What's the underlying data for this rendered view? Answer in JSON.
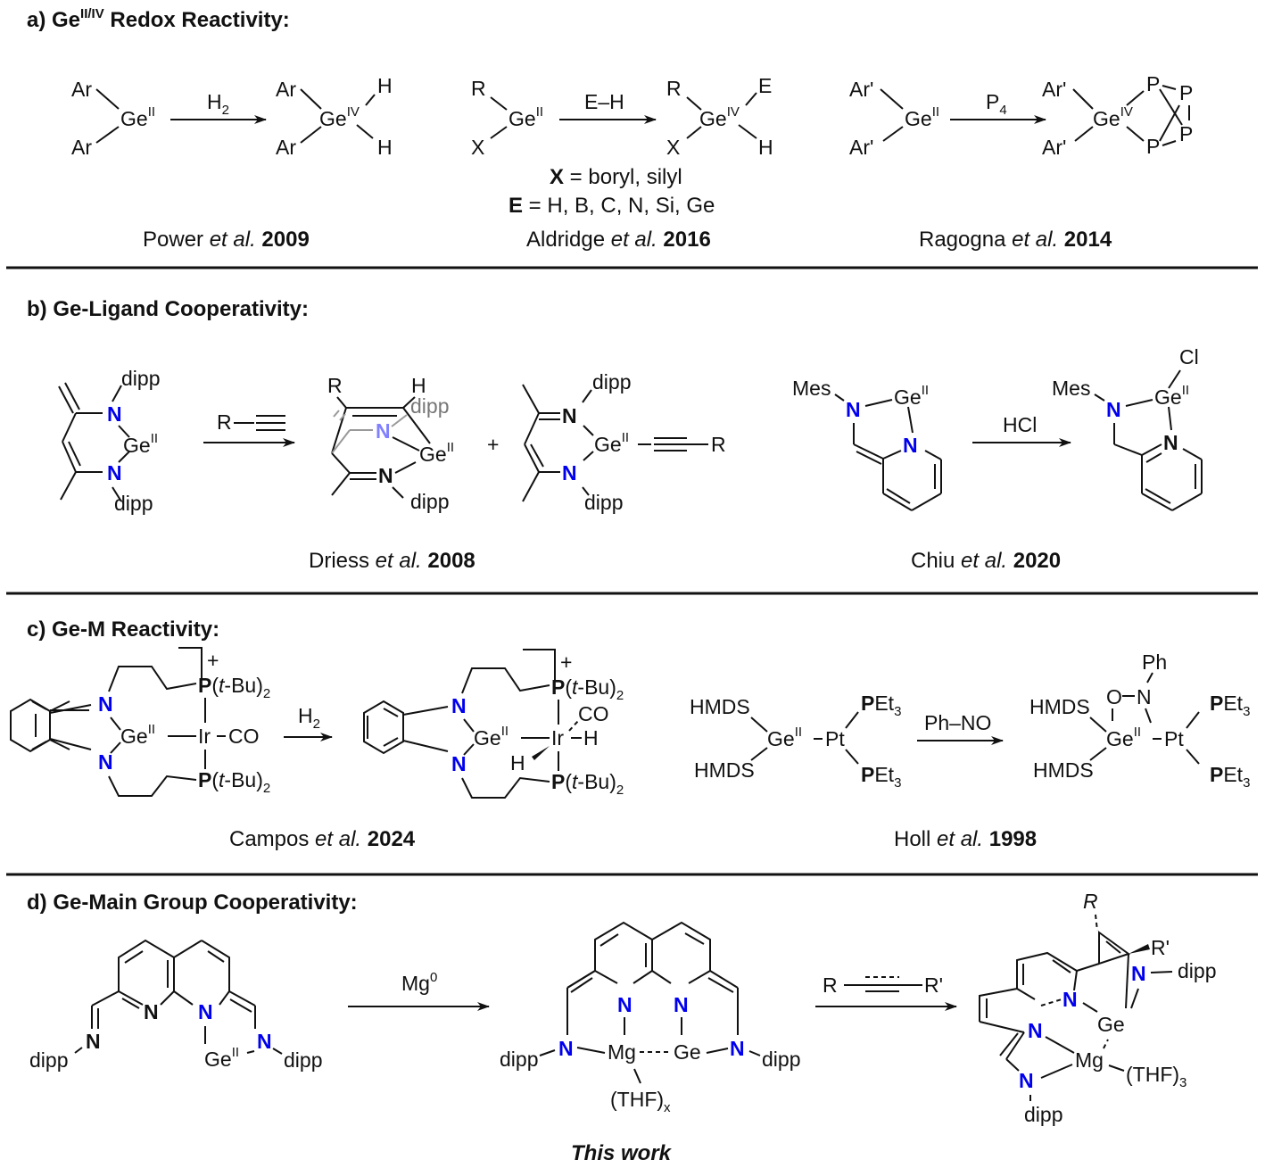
{
  "sections": {
    "a": {
      "heading_prefix": "a) Ge",
      "heading_sup": "II/IV",
      "heading_suffix": " Redox Reactivity:",
      "r1": {
        "reagent": "H",
        "reagent_sub": "2",
        "sm": {
          "sub1": "Ar",
          "sub2": "Ar",
          "center": "Ge",
          "ox": "II"
        },
        "prod": {
          "sub1": "Ar",
          "sub2": "Ar",
          "center": "Ge",
          "ox": "IV",
          "l1": "H",
          "l2": "H"
        },
        "cite_name": "Power ",
        "cite_etal": "et al.",
        "cite_year": " 2009"
      },
      "r2": {
        "reagent": "E–H",
        "sm": {
          "sub1": "R",
          "sub2": "X",
          "center": "Ge",
          "ox": "II"
        },
        "prod": {
          "sub1": "R",
          "sub2": "X",
          "center": "Ge",
          "ox": "IV",
          "l1": "E",
          "l2": "H"
        },
        "note1_bold": "X",
        "note1": " = boryl, silyl",
        "note2_bold": "E",
        "note2": " = H, B, C, N, Si, Ge",
        "cite_name": "Aldridge ",
        "cite_etal": "et al.",
        "cite_year": " 2016"
      },
      "r3": {
        "reagent": "P",
        "reagent_sub": "4",
        "sm": {
          "sub1": "Ar'",
          "sub2": "Ar'",
          "center": "Ge",
          "ox": "II"
        },
        "prod": {
          "sub1": "Ar'",
          "sub2": "Ar'",
          "center": "Ge",
          "ox": "IV",
          "p": "P"
        },
        "cite_name": "Ragogna ",
        "cite_etal": "et al.",
        "cite_year": " 2014"
      }
    },
    "b": {
      "heading": "b) Ge-Ligand Cooperativity:",
      "r1": {
        "reagent_r": "R",
        "sub": "dipp",
        "n": "N",
        "center": "Ge",
        "ox": "II",
        "prod_r": "R",
        "prod_h": "H",
        "plus": "+",
        "prod2_r": "R",
        "cite_name": "Driess ",
        "cite_etal": "et al.",
        "cite_year": " 2008"
      },
      "r2": {
        "reagent": "HCl",
        "mes": "Mes",
        "n": "N",
        "center": "Ge",
        "ox": "II",
        "cl": "Cl",
        "cite_name": "Chiu ",
        "cite_etal": "et al.",
        "cite_year": " 2020"
      }
    },
    "c": {
      "heading": "c) Ge-M Reactivity:",
      "r1": {
        "reagent": "H",
        "reagent_sub": "2",
        "n": "N",
        "center": "Ge",
        "ox": "II",
        "metal": "Ir",
        "co": "CO",
        "h": "H",
        "p": "P",
        "ptbu": "(t-Bu)",
        "ptbu_pre": "(",
        "ptbu_t": "t",
        "ptbu_post": "-Bu)",
        "ptbu_sub": "2",
        "charge": "+",
        "cite_name": "Campos ",
        "cite_etal": "et al.",
        "cite_year": " 2024"
      },
      "r2": {
        "reagent": "Ph–NO",
        "hmds": "HMDS",
        "center": "Ge",
        "ox": "II",
        "metal": "Pt",
        "p": "P",
        "et": "Et",
        "et_sub": "3",
        "o": "O",
        "n": "N",
        "ph": "Ph",
        "cite_name": "Holl ",
        "cite_etal": "et al.",
        "cite_year": " 1998"
      }
    },
    "d": {
      "heading": "d) Ge-Main Group Cooperativity:",
      "r1": {
        "reagent": "Mg",
        "reagent_sup": "0",
        "n": "N",
        "dipp": "dipp",
        "center": "Ge",
        "ox": "II"
      },
      "r2": {
        "reagent_r": "R",
        "reagent_r2": "R'",
        "mg": "Mg",
        "ge": "Ge",
        "thf": "(THF)",
        "thf_x": "x",
        "thf_3": "3",
        "n": "N",
        "dipp": "dipp",
        "r": "R",
        "r2": "R'"
      },
      "this_work": "This work"
    }
  }
}
